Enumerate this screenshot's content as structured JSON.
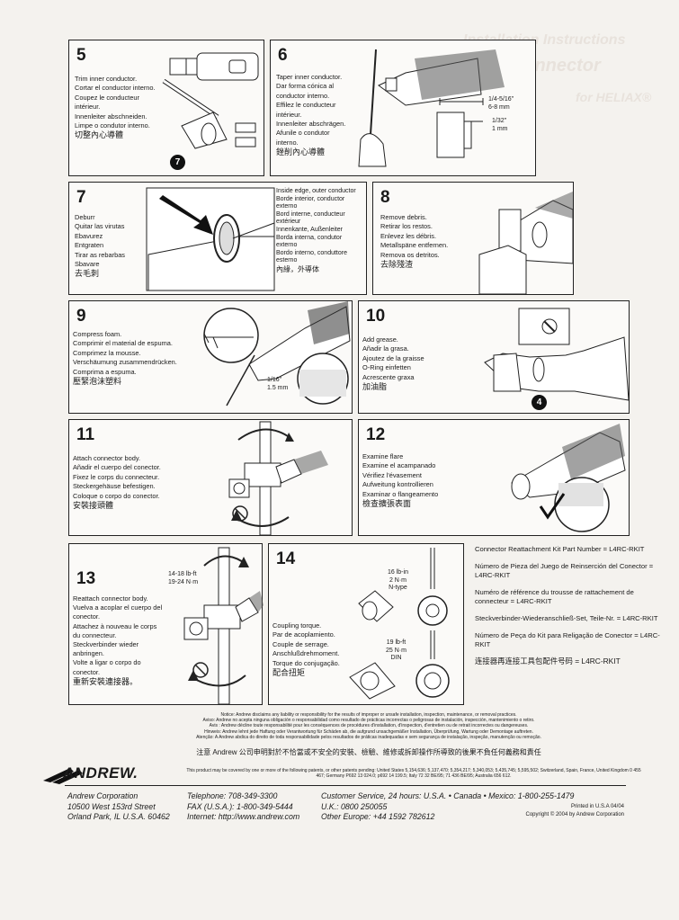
{
  "ghost": {
    "line1": "Installation Instructions",
    "line2": "RingFlare™ Connector",
    "line3": "for HELIAX®"
  },
  "steps": {
    "s5": {
      "number": "5",
      "text": [
        "Trim inner conductor.",
        "Cortar el conductor interno.",
        "Coupez le conducteur",
        "intérieur.",
        "Innenleiter abschneiden.",
        "Limpe o condutor interno.",
        "切整內心導體"
      ],
      "callout": "7"
    },
    "s6": {
      "number": "6",
      "text": [
        "Taper inner conductor.",
        "Dar forma cónica al",
        "conductor interno.",
        "Effilez le conducteur",
        "intérieur.",
        "Innenleiter abschrägen.",
        "Afunile o condutor",
        "interno.",
        "銼削內心導體"
      ],
      "dim1": "1/4-5/16\"",
      "dim2": "6-8 mm",
      "dim3": "1/32\"",
      "dim4": "1 mm"
    },
    "s7": {
      "number": "7",
      "text": [
        "Deburr",
        "Quitar las virutas",
        "Ebavurez",
        "Entgraten",
        "Tirar as rebarbas",
        "Sbavare",
        "去毛刺"
      ],
      "inside": [
        "Inside edge, outer conductor",
        "Borde interior, conductor",
        "externo",
        "Bord interne, conducteur",
        "extérieur",
        "Innenkante, Außenleiter",
        "Borda interna, condutor",
        "externo",
        "Bordo interno, conduttore",
        "esterno",
        "內緣，外導体"
      ]
    },
    "s8": {
      "number": "8",
      "text": [
        "Remove debris.",
        "Retirar los restos.",
        "Enlevez les débris.",
        "Metallspäne entfernen.",
        "Remova os detritos.",
        "去除殘渣"
      ]
    },
    "s9": {
      "number": "9",
      "text": [
        "Compress foam.",
        "Comprimir el material de espuma.",
        "Comprimez la mousse.",
        "Verschäumung zusammendrücken.",
        "Comprima a espuma.",
        "壓緊泡沫塑料"
      ],
      "dim1": "1/16\"",
      "dim2": "1.5 mm"
    },
    "s10": {
      "number": "10",
      "text": [
        "Add grease.",
        "Añadir la grasa.",
        "Ajoutez de la graisse",
        "O-Ring einfetten",
        "Acrescente graxa",
        "加油脂"
      ],
      "callout": "4"
    },
    "s11": {
      "number": "11",
      "text": [
        "Attach connector body.",
        "Añadir el cuerpo del conector.",
        "Fixez le corps du connecteur.",
        "Steckergehäuse befestigen.",
        "Coloque o corpo do conector.",
        "安裝接頭體"
      ]
    },
    "s12": {
      "number": "12",
      "text": [
        "Examine flare",
        "Examine el acampanado",
        "Vérifiez l'évasement",
        "Aufweitung kontrollieren",
        "Examinar o flangeamento",
        "檢查擴張表面"
      ]
    },
    "s13": {
      "number": "13",
      "text": [
        "Reattach connector body.",
        "Vuelva a acoplar el cuerpo del",
        "conector.",
        "Attachez à nouveau le corps",
        "du connecteur.",
        "Steckverbinder wieder",
        "anbringen.",
        "Volte a ligar o corpo do",
        "conector.",
        "重新安裝連接器。"
      ],
      "torque1": "14-18 lb-ft",
      "torque2": "19-24 N·m"
    },
    "s14": {
      "number": "14",
      "text": [
        "Coupling torque.",
        "Par de acoplamiento.",
        "Couple de serrage.",
        "Anschlußdrehmoment.",
        "Torque do conjugação.",
        "配合扭矩"
      ],
      "t1a": "16 lb-in",
      "t1b": "2 N·m",
      "t1c": "N-type",
      "t2a": "19 lb-ft",
      "t2b": "25 N·m",
      "t2c": "DIN"
    }
  },
  "kit": [
    "Connector Reattachment Kit Part Number = L4RC-RKIT",
    "Número de Pieza del Juego de Reinserción del Conector = L4RC-RKIT",
    "Numéro de référence du trousse de rattachement de connecteur = L4RC-RKIT",
    "Steckverbinder-Wiederanschließ-Set, Teile-Nr. = L4RC-RKIT",
    "Número de Peça do Kit para Religação de Conector = L4RC-RKIT",
    "连接器再连接工具包配件号码 = L4RC-RKIT"
  ],
  "notice": [
    "Notice: Andrew disclaims any liability or responsibility for the results of improper or unsafe installation, inspection, maintenance, or removal practices.",
    "Aviso: Andrew no acepta ninguna obligación o responsabilidad como resultado de prácticas incorrectas o peligrosas de instalación, inspección, mantenimiento o retiro.",
    "Avis : Andrew décline toute responsabilité pour les conséquences de procédures d'installation, d'inspection, d'entretien ou de retrait incorrectes ou dangereuses.",
    "Hinweis: Andrew lehnt jede Haftung oder Verantwortung für Schäden ab, die aufgrund unsachgemäßer Installation, Überprüfung, Wartung oder Demontage auftreten.",
    "Atenção: A Andrew abdica do direito de toda responsabilidade pelos resultados de práticas inadequadas e sem segurança de instalação, inspeção, manutenção ou remoção."
  ],
  "cn_notice": "注意  Andrew 公司申明對於不恰當或不安全的安裝、檢驗、維修或拆卸操作所導致的後果不負任何義務和責任",
  "patent": "This product may be covered by one or more of the following patents, or other patents pending: United States 5,154,636; 5,137,470; 5,354,217; 5,340,053; 5,435,745; 5,595,502; Switzerland, Spain, France, United Kingdom 0 455 467; Germany P692 13 024.0; p692 14 199.5; Italy 72 32 BE/95; 71 436 BE/95; Australia 656 612.",
  "logo": "ANDREW.",
  "footer": {
    "company": [
      "Andrew Corporation",
      "10500 West 153rd Street",
      "Orland Park, IL U.S.A. 60462"
    ],
    "contact": [
      "Telephone: 708-349-3300",
      "FAX (U.S.A.): 1-800-349-5444",
      "Internet: http://www.andrew.com"
    ],
    "service": [
      "Customer Service, 24 hours: U.S.A. • Canada • Mexico: 1-800-255-1479",
      "U.K.: 0800 250055",
      "Other Europe: +44 1592 782612"
    ],
    "printed": "Printed in U.S.A 04/04",
    "copyright": "Copyright © 2004 by Andrew Corporation"
  }
}
